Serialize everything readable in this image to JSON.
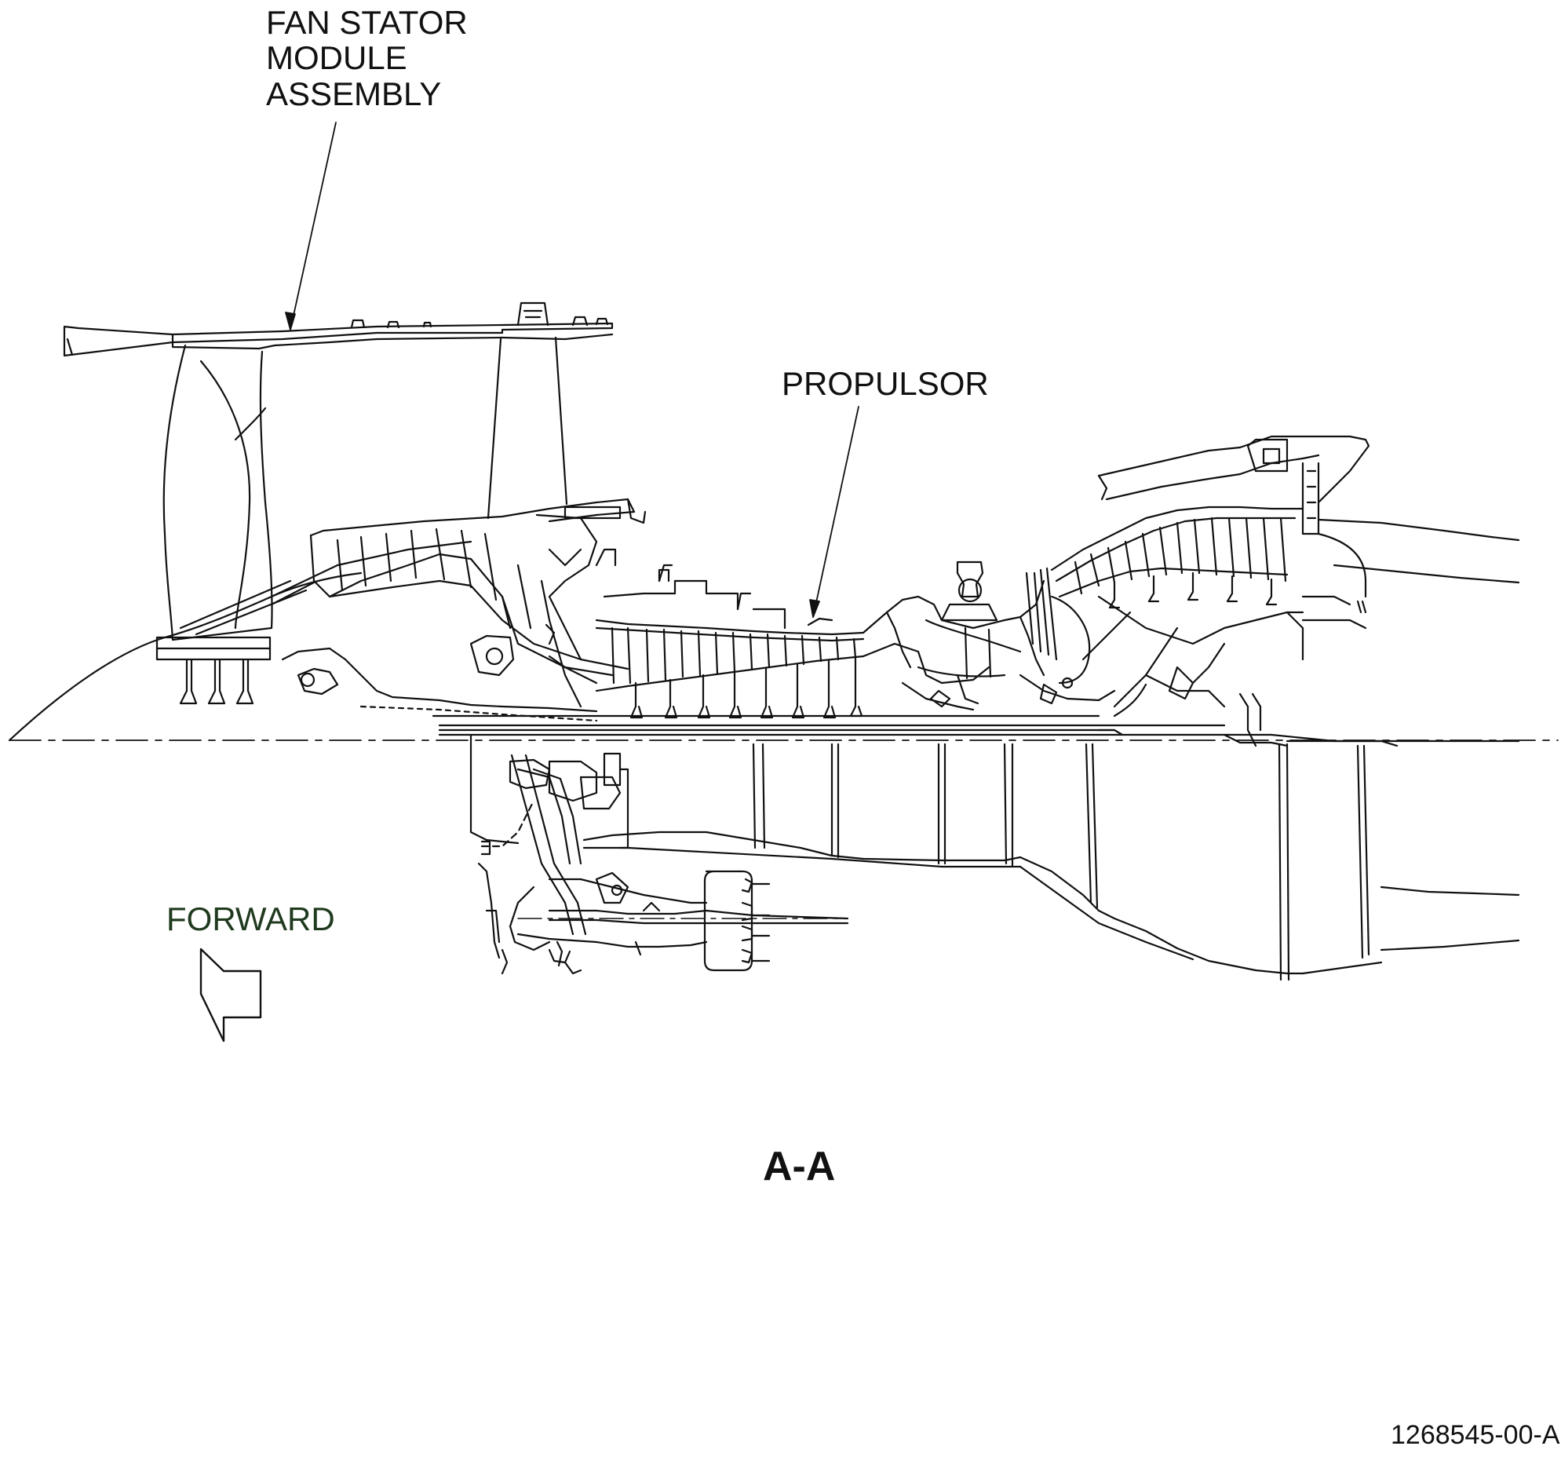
{
  "labels": {
    "fan_stator": [
      "FAN STATOR",
      "MODULE",
      "ASSEMBLY"
    ],
    "propulsor": "PROPULSOR",
    "forward": "FORWARD",
    "section_view": "A-A",
    "figure_id": "1268545-00-A"
  },
  "colors": {
    "line": "#111111",
    "forward_label": "#1f3a1f",
    "background": "#ffffff"
  }
}
